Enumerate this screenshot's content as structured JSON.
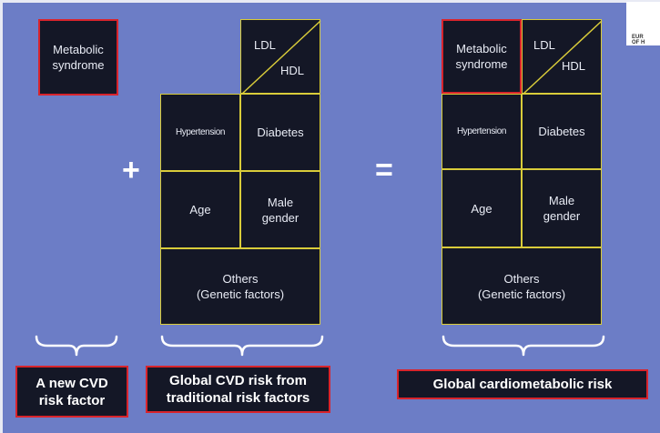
{
  "colors": {
    "background": "#6c7dc6",
    "box_fill": "#141726",
    "yellow_border": "#d9cc3a",
    "red_border": "#d8242c"
  },
  "left": {
    "metabolic": "Metabolic\nsyndrome"
  },
  "middle": {
    "ldl": "LDL",
    "hdl": "HDL",
    "hypertension": "Hypertension",
    "diabetes": "Diabetes",
    "age": "Age",
    "male_gender": "Male\ngender",
    "others": "Others\n(Genetic factors)"
  },
  "right": {
    "metabolic": "Metabolic\nsyndrome",
    "ldl": "LDL",
    "hdl": "HDL",
    "hypertension": "Hypertension",
    "diabetes": "Diabetes",
    "age": "Age",
    "male_gender": "Male\ngender",
    "others": "Others\n(Genetic factors)"
  },
  "operators": {
    "plus": "+",
    "equals": "="
  },
  "labels": {
    "new_factor": "A new CVD\nrisk factor",
    "global_cvd": "Global CVD risk from\ntraditional risk factors",
    "global_cardiometabolic": "Global cardiometabolic risk"
  },
  "logo": {
    "line1": "EUR",
    "line2": "OF H"
  }
}
